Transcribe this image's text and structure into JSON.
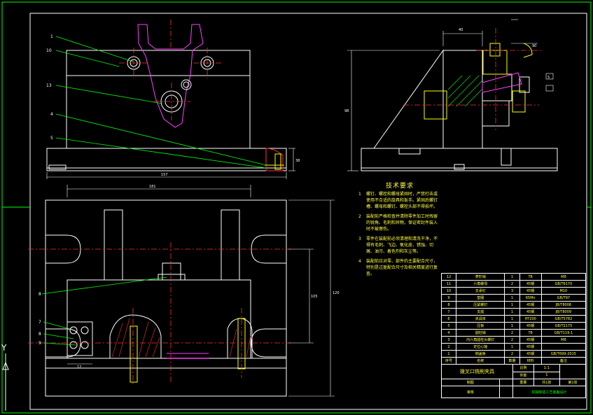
{
  "colors": {
    "background": "#000000",
    "outline": "#ffffff",
    "frame": "#00ff00",
    "centerline": "#ff3030",
    "leader": "#00ff00",
    "hidden": "#ffff00",
    "accent": "#ff40ff",
    "dimension": "#ffffff"
  },
  "axis_label": "Y",
  "callouts_front": [
    "1",
    "10",
    "13",
    "4",
    "5"
  ],
  "callouts_plan": [
    "8",
    "7",
    "8",
    "9"
  ],
  "dims": {
    "front_width": "157",
    "front_height": "38",
    "plan_width": "181",
    "plan_height": "120",
    "plan_inner": "105",
    "plan_small": "12",
    "side_top": "40",
    "side_height": "98",
    "side_base": "90",
    "side_tag": "5"
  },
  "notes": {
    "title": "技术要求",
    "items": [
      {
        "n": "1",
        "text": "螺钉、螺栓和螺母紧固时，严禁打击或使用不合适的旋具和扳手。紧固后螺钉槽、螺母和螺钉、螺栓头部不得损坏。"
      },
      {
        "n": "2",
        "text": "装配前严格检查并清除零件加工时残留的锐角、毛刺和异物，保证密封件装入时不被擦伤。"
      },
      {
        "n": "3",
        "text": "零件在装配前必须清理和清洗干净，不得有毛刺、飞边、氧化皮、锈蚀、切屑、油污、着色剂和灰尘等。"
      },
      {
        "n": "4",
        "text": "装配前应对零、部件的主要配合尺寸，特别是过盈配合尺寸及相关精度进行复查。"
      }
    ]
  },
  "title_block": {
    "parts": [
      {
        "no": "1",
        "name": "侧盖板",
        "qty": "2",
        "mat": "45钢",
        "std": "GB/T699-2015"
      },
      {
        "no": "2",
        "name": "定位心轴",
        "qty": "1",
        "mat": "45钢",
        "std": ""
      },
      {
        "no": "3",
        "name": "内六角圆柱头螺钉",
        "qty": "2",
        "mat": "45钢",
        "std": "M8"
      },
      {
        "no": "4",
        "name": "圆柱销",
        "qty": "2",
        "mat": "T8",
        "std": "GB/T119.1"
      },
      {
        "no": "5",
        "name": "压板",
        "qty": "1",
        "mat": "45钢",
        "std": "GB/T2175"
      },
      {
        "no": "6",
        "name": "夹具体",
        "qty": "1",
        "mat": "HT200",
        "std": "GB/T5782"
      },
      {
        "no": "7",
        "name": "支座",
        "qty": "1",
        "mat": "45钢",
        "std": "JB/T8009"
      },
      {
        "no": "8",
        "name": "压紧螺钉",
        "qty": "1",
        "mat": "45钢",
        "std": "JB/T8006"
      },
      {
        "no": "9",
        "name": "垫圈",
        "qty": "1",
        "mat": "65Mn",
        "std": "GB/T97"
      },
      {
        "no": "10",
        "name": "支承钉",
        "qty": "3",
        "mat": "45钢",
        "std": "M10"
      },
      {
        "no": "11",
        "name": "六角螺母",
        "qty": "2",
        "mat": "45钢",
        "std": "GB/T6170"
      },
      {
        "no": "12",
        "name": "菱形销",
        "qty": "1",
        "mat": "T8",
        "std": "M8"
      }
    ],
    "header": {
      "no": "序号",
      "name": "名称",
      "qty": "数量",
      "mat": "材料",
      "std": "备注"
    },
    "drawing_title": "拨叉口铣削夹具",
    "scale_label": "比例",
    "scale_value": "1:1",
    "qty_label": "件数",
    "qty_value": "1",
    "drawn_label": "制图",
    "checked_label": "审核",
    "weight_label": "重量",
    "sheet_label": "共1张",
    "sheet_no": "第1张",
    "school": "机械制造工艺装备设计"
  }
}
